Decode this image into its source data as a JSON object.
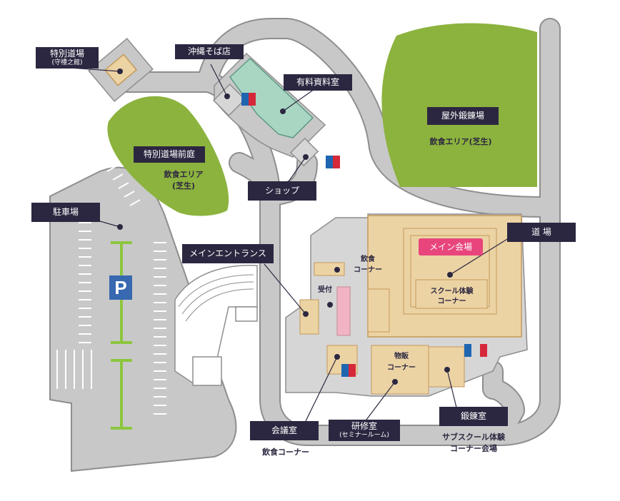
{
  "colors": {
    "road": "#c8c8c8",
    "road_edge": "#8e8e8e",
    "grass": "#8cb33e",
    "building": "#ecd3a4",
    "building_edge": "#c49a5a",
    "room_green": "#a9d6c3",
    "label_bg": "#2c2740",
    "accent_pink": "#e8457c",
    "parking_p": "#3768b0",
    "parking_line": "#8cc63f",
    "wc_blue": "#1f66b0",
    "wc_red": "#d5293a"
  },
  "labels": {
    "tokubetsu_dojo": "特別道場",
    "tokubetsu_dojo_sub": "(守禮之館)",
    "okinawa_soba": "沖縄そば店",
    "yuryo_shiryo": "有料資料室",
    "okugai": "屋外鍛錬場",
    "tokubetsu_maeniwa": "特別道場前庭",
    "shop": "ショップ",
    "chushajo": "駐車場",
    "main_entrance": "メインエントランス",
    "dojo": "道 場",
    "kaigishitsu": "会議室",
    "kenshushitsu": "研修室",
    "kenshushitsu_sub": "(セミナールーム)",
    "tanrenshitsu": "鍛錬室"
  },
  "plain_texts": {
    "inshoku_grass_right": "飲食エリア(芝生)",
    "inshoku_grass_left_1": "飲食エリア",
    "inshoku_grass_left_2": "(芝生)",
    "inshoku_corner_bottom": "飲食コーナー",
    "sub_school_1": "サブスクール体験",
    "sub_school_2": "コーナー会場"
  },
  "map_texts": {
    "main_kaijo": "メイン会場",
    "school_1": "スクール体験",
    "school_2": "コーナー",
    "inshoku_1": "飲食",
    "inshoku_2": "コーナー",
    "uketsuke": "受付",
    "buppan_1": "物販",
    "buppan_2": "コーナー",
    "parking_letter": "P"
  }
}
